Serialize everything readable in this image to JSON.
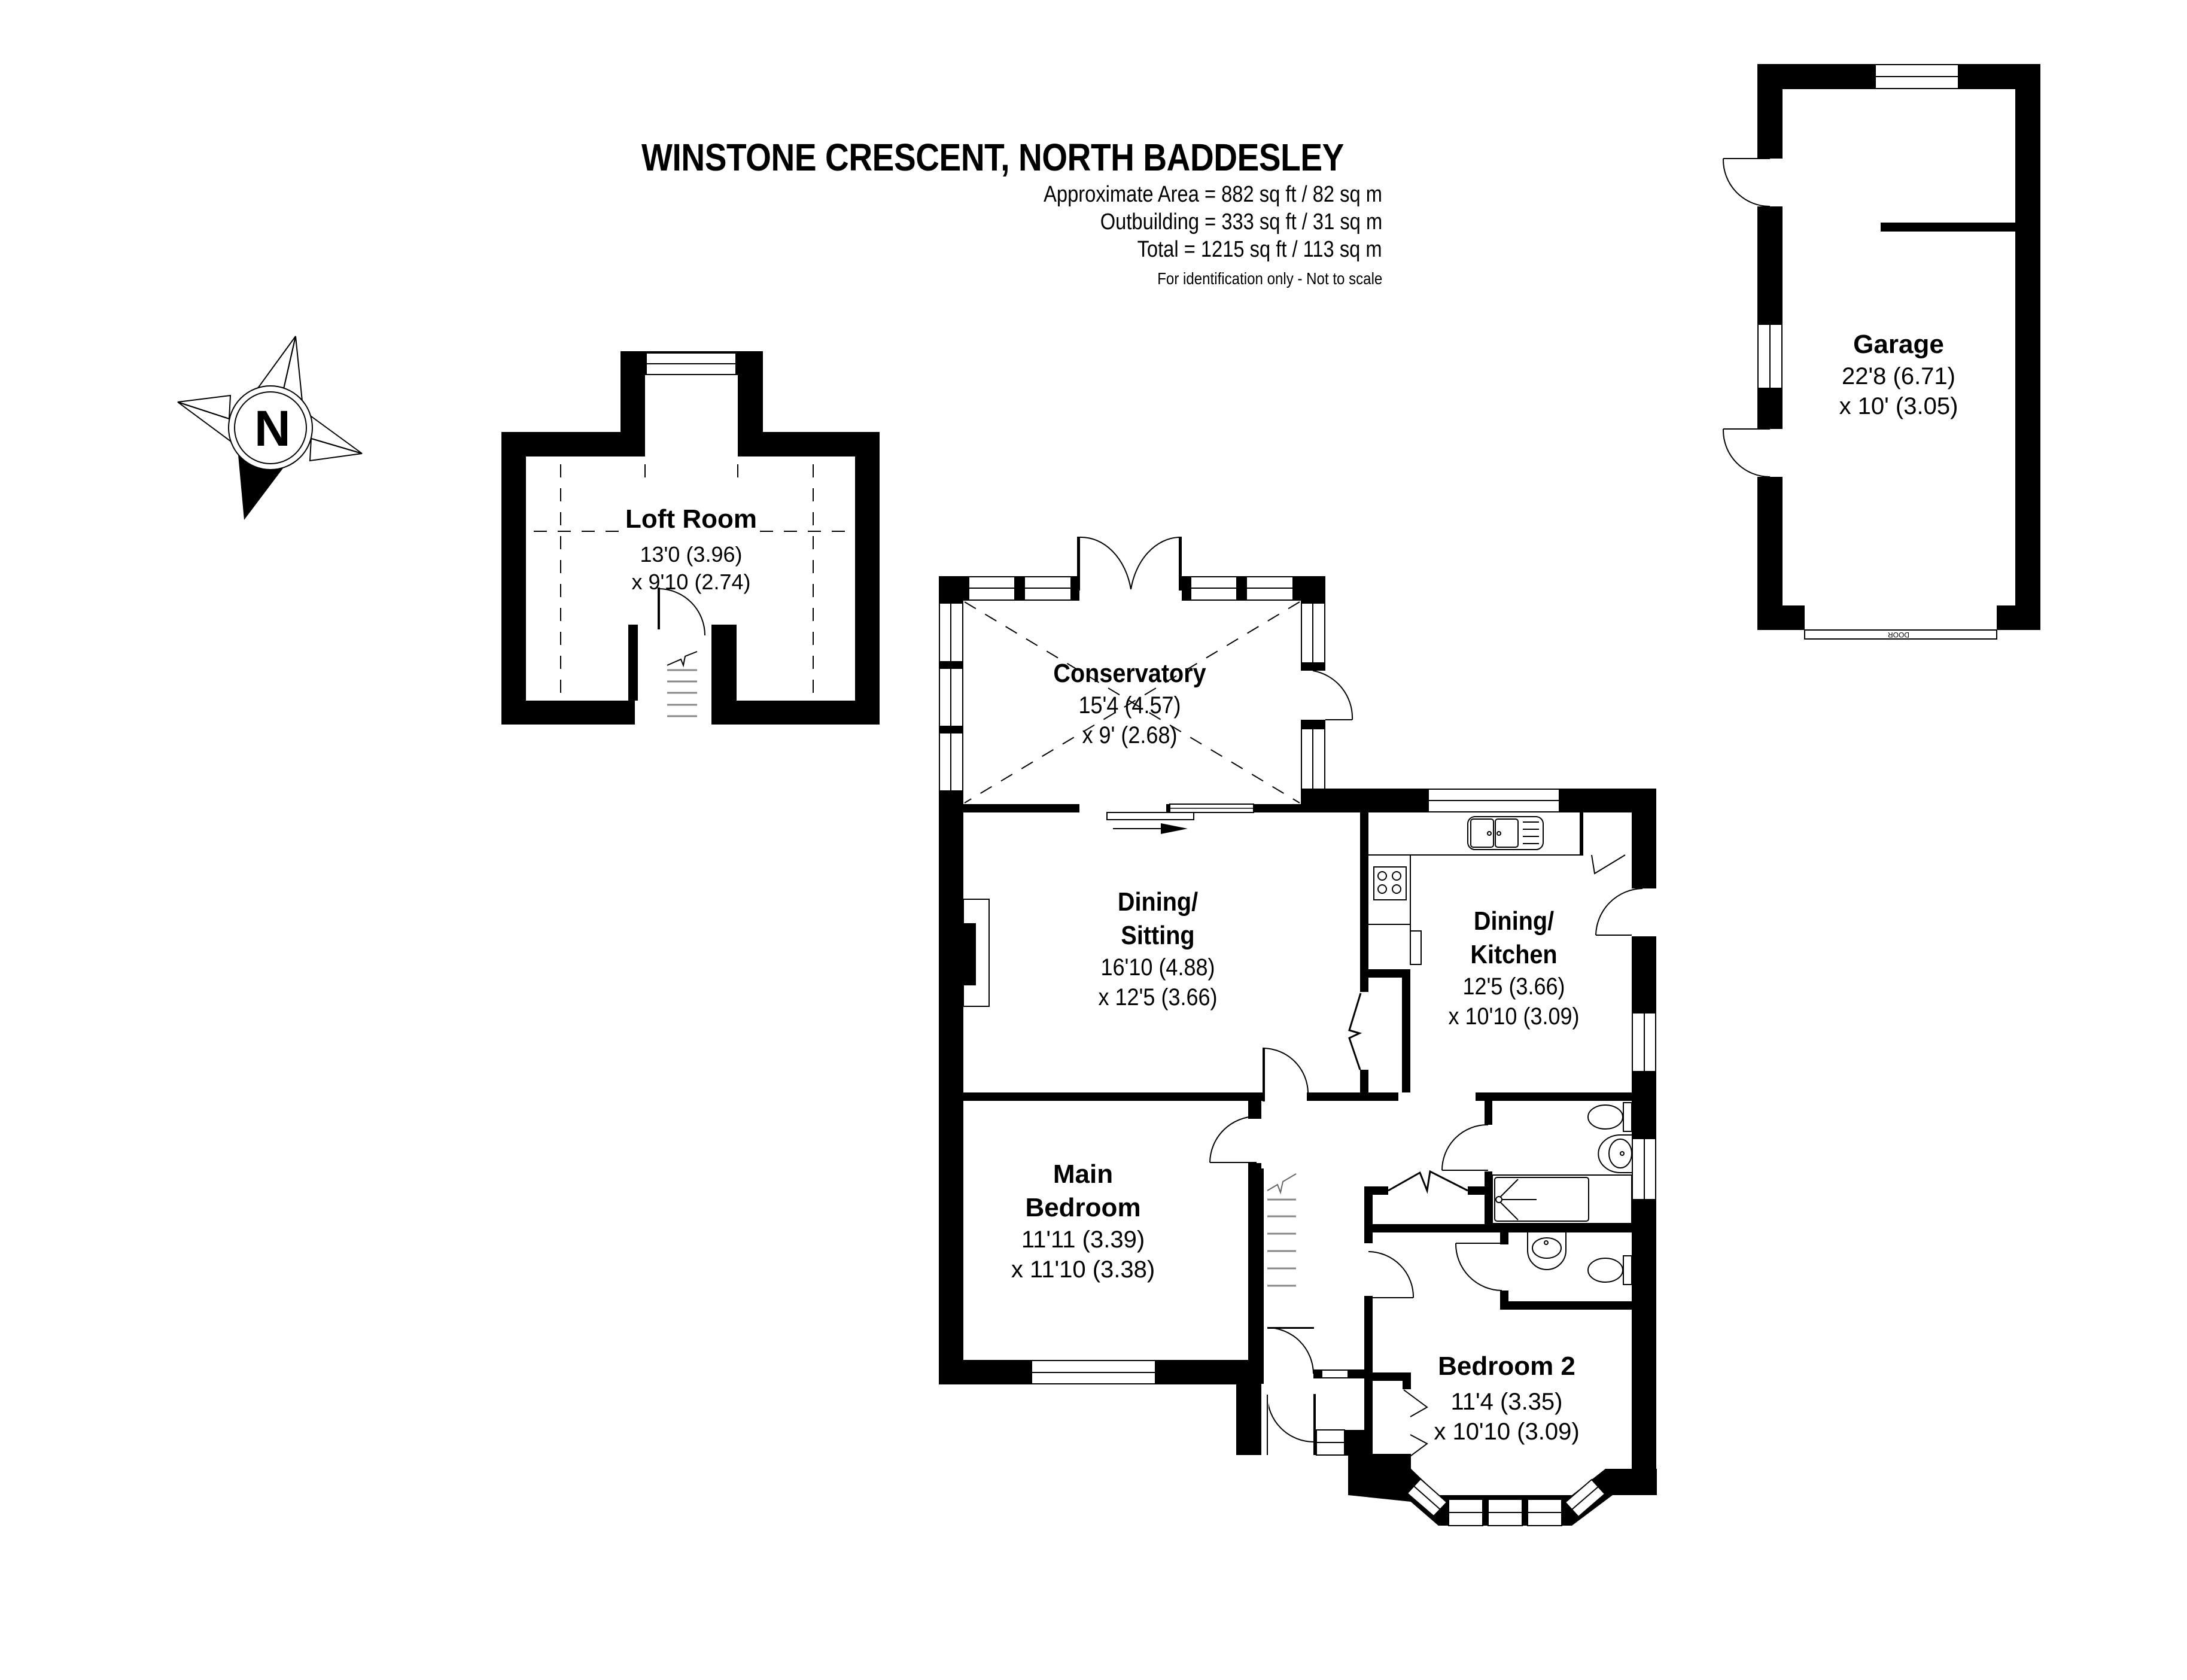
{
  "header": {
    "title": "WINSTONE CRESCENT, NORTH BADDESLEY",
    "area_main": "Approximate Area = 882 sq ft / 82 sq m",
    "area_outbuilding": "Outbuilding = 333 sq ft / 31 sq m",
    "area_total": "Total  = 1215 sq ft / 113 sq m",
    "disclaimer": "For identification only - Not to scale"
  },
  "compass": {
    "letter": "N",
    "icon": "north-arrow-compass-icon"
  },
  "rooms": {
    "loft": {
      "name": "Loft Room",
      "dim1": "13'0 (3.96)",
      "dim2": "x 9'10 (2.74)"
    },
    "garage": {
      "name": "Garage",
      "dim1": "22'8 (6.71)",
      "dim2": "x 10' (3.05)",
      "door_label": "DOOR"
    },
    "conservatory": {
      "name": "Conservatory",
      "dim1": "15'4 (4.57)",
      "dim2": "x 9' (2.68)"
    },
    "dining_sitting": {
      "name_line1": "Dining/",
      "name_line2": "Sitting",
      "dim1": "16'10 (4.88)",
      "dim2": "x 12'5 (3.66)"
    },
    "dining_kitchen": {
      "name_line1": "Dining/",
      "name_line2": "Kitchen",
      "dim1": "12'5 (3.66)",
      "dim2": "x 10'10 (3.09)"
    },
    "main_bedroom": {
      "name_line1": "Main",
      "name_line2": "Bedroom",
      "dim1": "11'11 (3.39)",
      "dim2": "x 11'10 (3.38)"
    },
    "bedroom2": {
      "name": "Bedroom 2",
      "dim1": "11'4 (3.35)",
      "dim2": "x 10'10 (3.09)"
    }
  }
}
